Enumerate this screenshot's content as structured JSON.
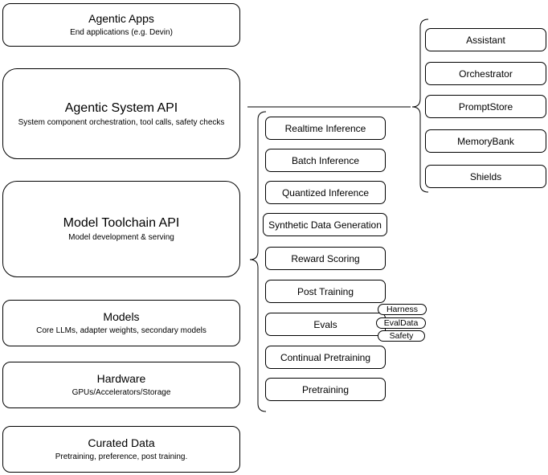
{
  "diagram": {
    "colors": {
      "stroke": "#000000",
      "background": "#ffffff"
    },
    "stack": {
      "items": [
        {
          "title": "Agentic Apps",
          "subtitle": "End applications (e.g. Devin)"
        },
        {
          "title": "Agentic System API",
          "subtitle": "System component orchestration, tool calls, safety checks"
        },
        {
          "title": "Model Toolchain API",
          "subtitle": "Model development & serving"
        },
        {
          "title": "Models",
          "subtitle": "Core LLMs, adapter weights, secondary models"
        },
        {
          "title": "Hardware",
          "subtitle": "GPUs/Accelerators/Storage"
        },
        {
          "title": "Curated Data",
          "subtitle": "Pretraining, preference, post training."
        }
      ]
    },
    "toolchain": {
      "items": [
        {
          "label": "Realtime Inference"
        },
        {
          "label": "Batch Inference"
        },
        {
          "label": "Quantized Inference"
        },
        {
          "label": "Synthetic Data Generation"
        },
        {
          "label": "Reward Scoring"
        },
        {
          "label": "Post Training"
        },
        {
          "label": "Evals"
        },
        {
          "label": "Continual Pretraining"
        },
        {
          "label": "Pretraining"
        }
      ],
      "evals_tags": [
        {
          "label": "Harness"
        },
        {
          "label": "EvalData"
        },
        {
          "label": "Safety"
        }
      ]
    },
    "system": {
      "items": [
        {
          "label": "Assistant"
        },
        {
          "label": "Orchestrator"
        },
        {
          "label": "PromptStore"
        },
        {
          "label": "MemoryBank"
        },
        {
          "label": "Shields"
        }
      ]
    }
  }
}
